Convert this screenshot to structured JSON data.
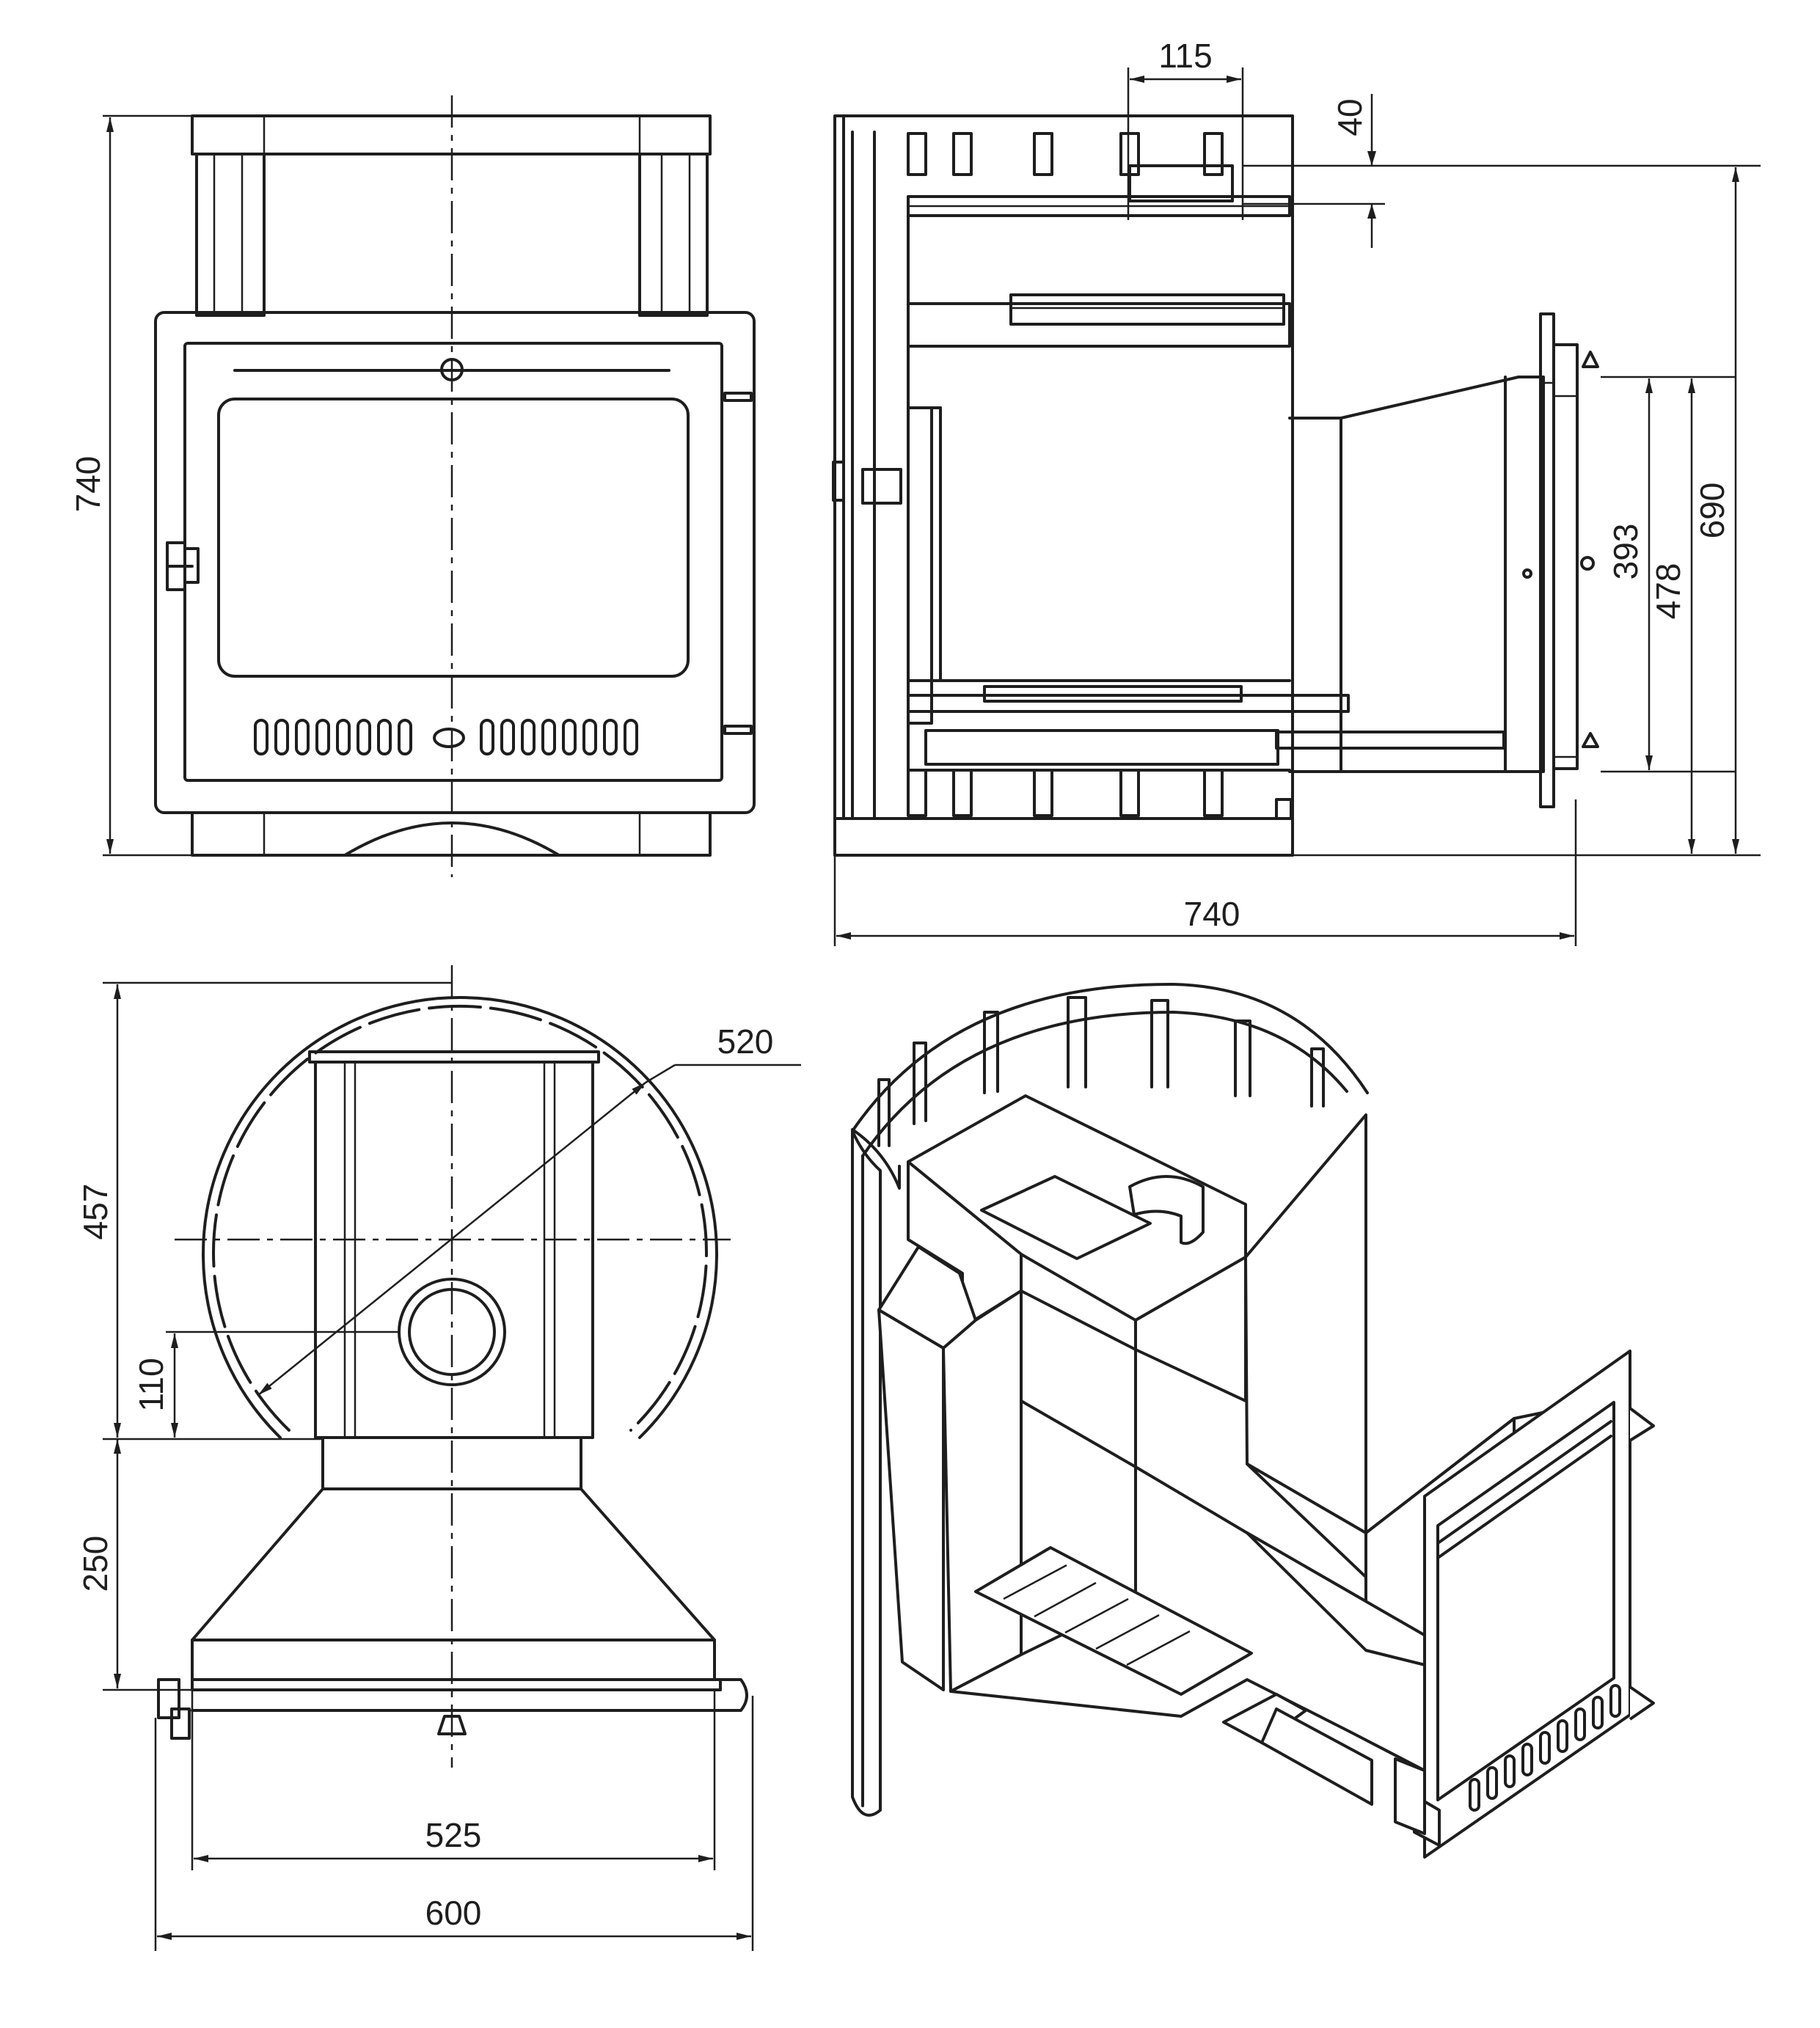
{
  "dimensions": {
    "front_height": "740",
    "side_top_width": "115",
    "side_top_offset": "40",
    "side_door_393": "393",
    "side_door_478": "478",
    "side_height": "690",
    "side_depth": "740",
    "plan_radius": "520",
    "plan_depth": "457",
    "plan_collar": "110",
    "plan_tunnel": "250",
    "plan_door_width": "525",
    "plan_total_width": "600"
  }
}
